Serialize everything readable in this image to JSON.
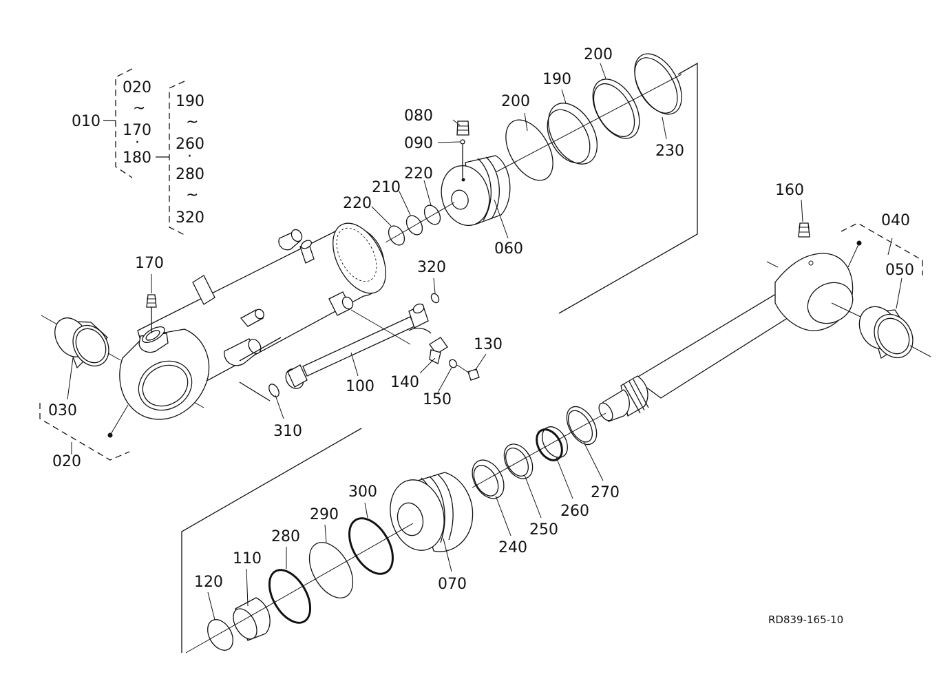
{
  "diagram": {
    "reference_code": "RD839-165-10",
    "assembly_bracket": {
      "main": "010",
      "left_column": [
        "020",
        "~",
        "170",
        "·",
        "180"
      ],
      "right_column": [
        "190",
        "~",
        "260",
        "·",
        "280",
        "~",
        "320"
      ]
    },
    "callouts": [
      "080",
      "090",
      "200",
      "190",
      "200",
      "230",
      "220",
      "210",
      "220",
      "060",
      "170",
      "320",
      "130",
      "140",
      "150",
      "100",
      "310",
      "030",
      "020",
      "160",
      "040",
      "050",
      "270",
      "260",
      "250",
      "240",
      "070",
      "300",
      "290",
      "280",
      "110",
      "120"
    ]
  }
}
